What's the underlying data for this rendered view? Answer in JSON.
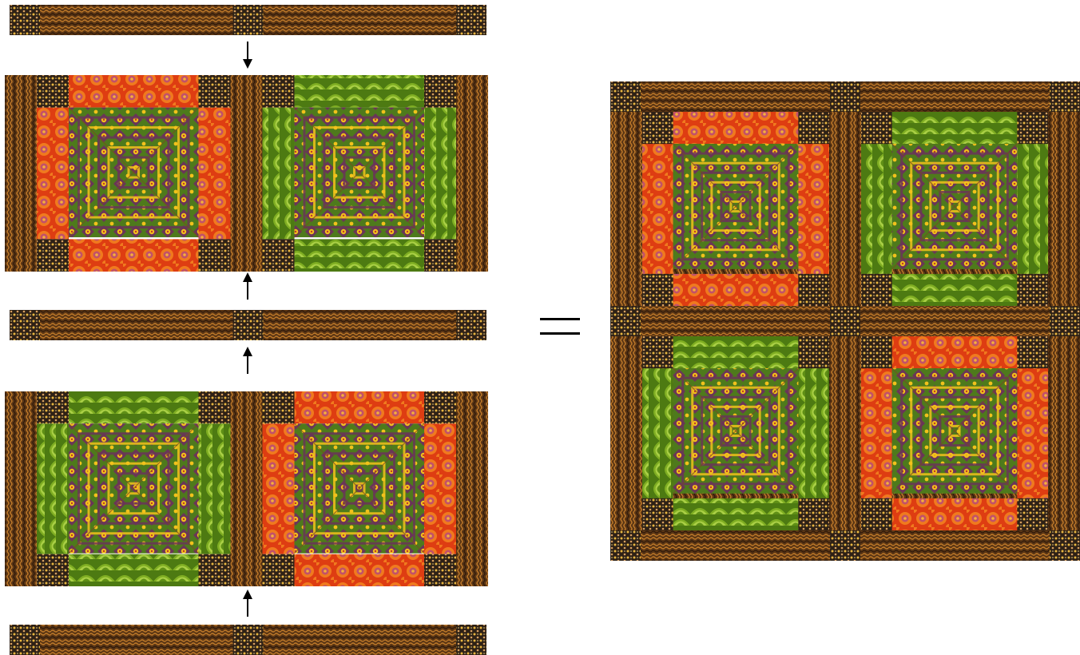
{
  "diagram": {
    "description_text": "",
    "left_assembly": {
      "sashing_rows": [
        "top",
        "middle",
        "bottom"
      ],
      "block_rows": [
        [
          "red-border-block",
          "green-border-block"
        ],
        [
          "green-border-block",
          "red-border-block"
        ]
      ],
      "arrows": [
        "down",
        "up",
        "up",
        "up"
      ]
    },
    "operator": "equals-sign",
    "result_quilt": {
      "block_rows": [
        [
          "red-border-block",
          "green-border-block"
        ],
        [
          "green-border-block",
          "red-border-block"
        ]
      ]
    }
  },
  "colors": {
    "brown_sashing": "#5b3614",
    "brown_stripe": "#c07a2a",
    "cornerstone": "#2e2116",
    "cornerstone_dot": "#e8b640",
    "red_border": "#de3d12",
    "red_flower": "#f59a2a",
    "green_border": "#5f8f16",
    "green_scallop": "#9fc63b",
    "center_purple": "#6a3558",
    "center_yellow": "#f2c21b",
    "center_green": "#4e7a1c"
  }
}
